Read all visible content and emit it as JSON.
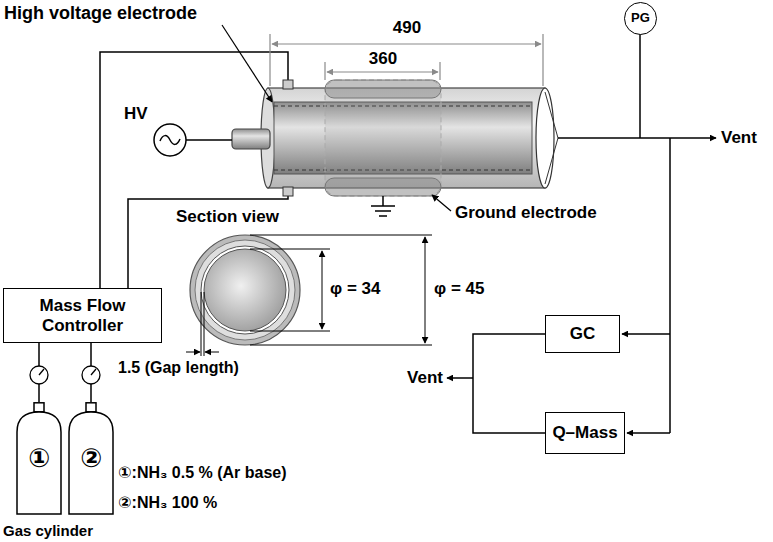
{
  "diagram": {
    "nodes": [
      {
        "text": [
          "PG"
        ]
      },
      {
        "text": [
          "Mass Flow Controller"
        ]
      },
      {
        "text": [
          "GC"
        ]
      },
      {
        "text": [
          "Q–Mass"
        ]
      },
      {
        "text": [
          "①"
        ]
      },
      {
        "text": [
          "②"
        ]
      }
    ],
    "edges": [
      {
        "from": 4,
        "to": 1,
        "arrow": "none"
      },
      {
        "from": 5,
        "to": 1,
        "arrow": "none"
      }
    ],
    "labels": [
      "High voltage electrode",
      "490",
      "360",
      "HV",
      "Vent",
      "Ground electrode",
      "Section view",
      "φ = 34",
      "φ = 45",
      "1.5 (Gap length)",
      "Vent",
      "①:NH₃ 0.5 % (Ar base)",
      "②:NH₃ 100 %",
      "Gas cylinder"
    ]
  }
}
